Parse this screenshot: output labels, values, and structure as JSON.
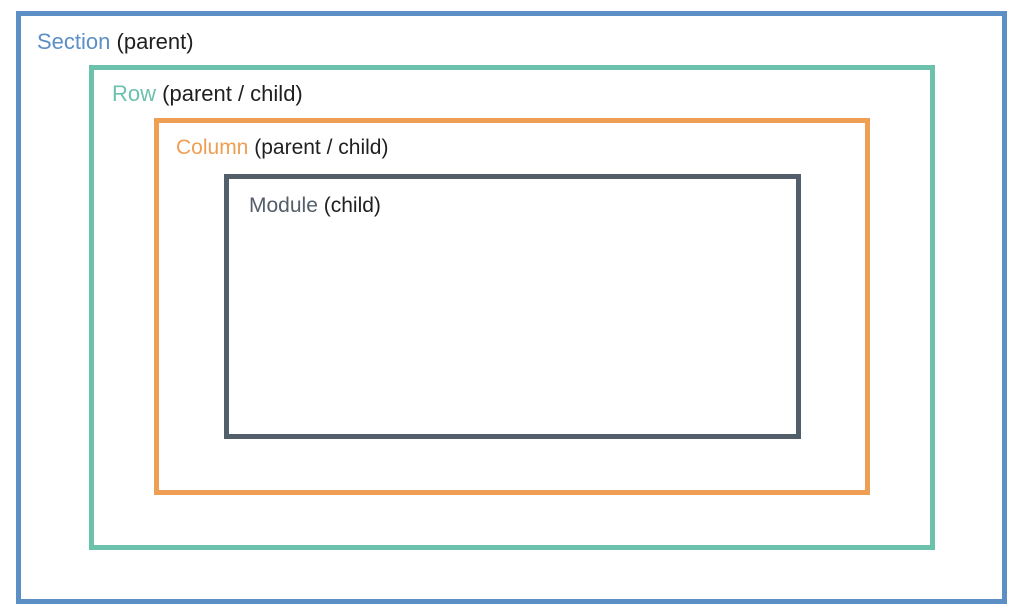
{
  "colors": {
    "section": "#5b8fc6",
    "row": "#6cc1ad",
    "column": "#ee9f54",
    "module": "#535e6b",
    "role_text": "#1f1f1f"
  },
  "section": {
    "name": "Section",
    "role": "(parent)"
  },
  "row": {
    "name": "Row",
    "role": "(parent / child)"
  },
  "column": {
    "name": "Column",
    "role": "(parent / child)"
  },
  "module": {
    "name": "Module",
    "role": "(child)"
  }
}
